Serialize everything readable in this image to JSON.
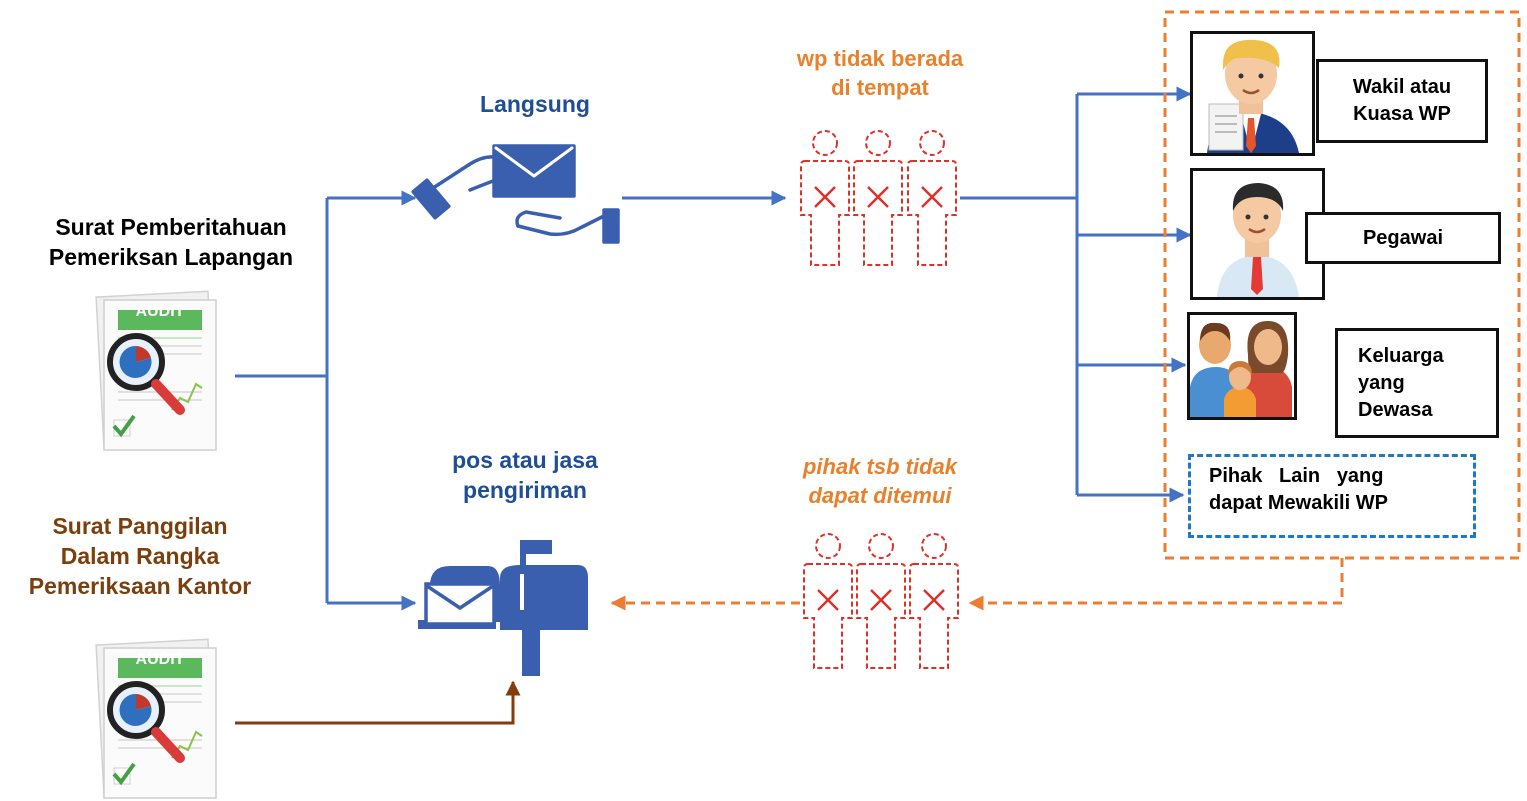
{
  "docs": {
    "top_title": "Surat Pemberitahuan Pemeriksan Lapangan",
    "top_title_line1": "Surat Pemberitahuan",
    "top_title_line2": "Pemeriksan Lapangan",
    "bottom_title_line1": "Surat Panggilan",
    "bottom_title_line2": "Dalam Rangka",
    "bottom_title_line3": "Pemeriksaan Kantor",
    "audit_label": "AUDIT"
  },
  "delivery": {
    "direct_label": "Langsung",
    "post_label_line1": "pos atau jasa",
    "post_label_line2": "pengiriman"
  },
  "conditions": {
    "absent_line1": "wp tidak berada",
    "absent_line2": "di tempat",
    "not_found_line1": "pihak tsb tidak",
    "not_found_line2": "dapat ditemui"
  },
  "recipients": {
    "rep_line1": "Wakil atau",
    "rep_line2": "Kuasa WP",
    "employee": "Pegawai",
    "family_line1": "Keluarga",
    "family_line2": "yang",
    "family_line3": "Dewasa",
    "other_line1": "Pihak   Lain   yang",
    "other_line2": "dapat Mewakili WP"
  },
  "colors": {
    "blue_line": "#4472c4",
    "orange_dash": "#ed7d31",
    "brown_line": "#843c0c",
    "red_person": "#e0302a"
  }
}
